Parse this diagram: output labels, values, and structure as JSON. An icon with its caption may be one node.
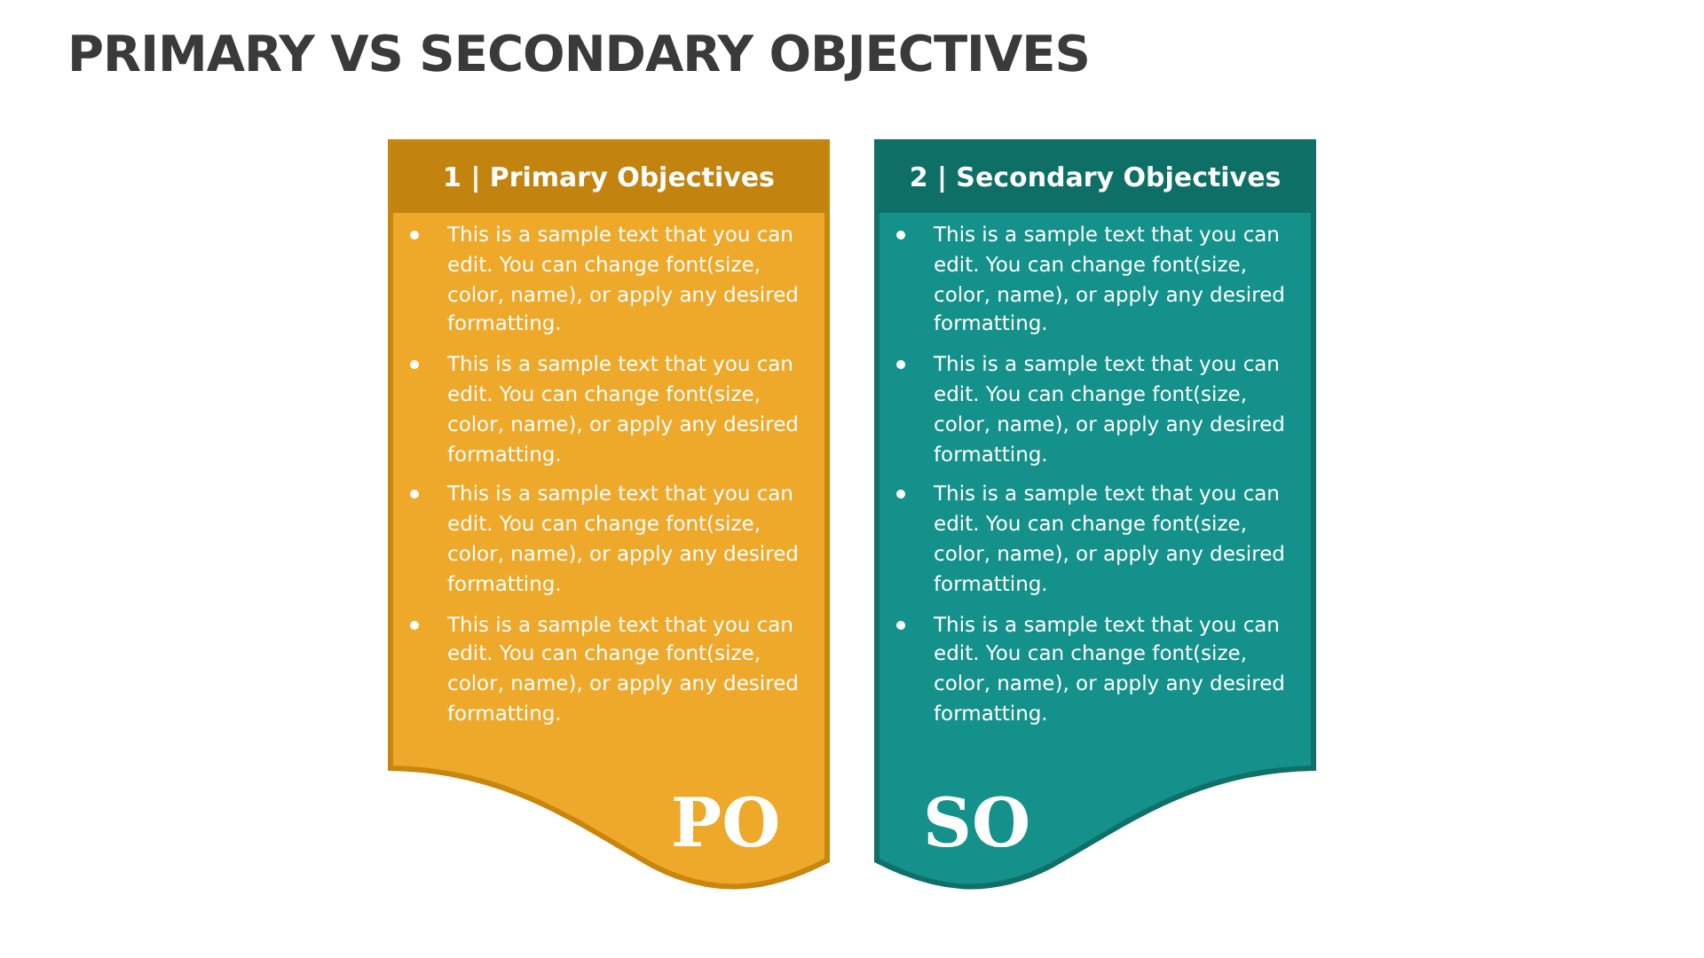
{
  "diagram": {
    "title": "PRIMARY VS SECONDARY OBJECTIVES",
    "nodes": [
      {
        "text": [
          "1 | Primary Objectives",
          "This is a sample text that you can edit. You can change font(size, color, name), or apply any desired formatting.",
          "This is a sample text that you can edit. You can change font(size, color, name), or apply any desired formatting.",
          "This is a sample text that you can edit. You can change font(size, color, name), or apply any desired formatting.",
          "This is a sample text that you can edit. You can change font(size, color, name), or apply any desired formatting.",
          "PO"
        ]
      },
      {
        "text": [
          "2 | Secondary Objectives",
          "This is a sample text that you can edit. You can change font(size, color, name), or apply any desired formatting.",
          "This is a sample text that you can edit. You can change font(size, color, name), or apply any desired formatting.",
          "This is a sample text that you can edit. You can change font(size, color, name), or apply any desired formatting.",
          "This is a sample text that you can edit. You can change font(size, color, name), or apply any desired formatting.",
          "SO"
        ]
      }
    ]
  }
}
